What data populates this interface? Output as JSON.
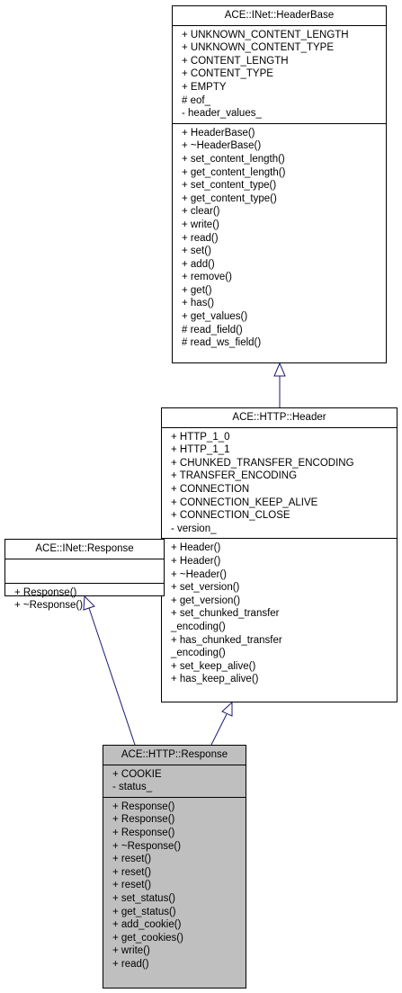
{
  "classes": {
    "header_base": {
      "name": "ACE::INet::HeaderBase",
      "attributes": [
        "+ UNKNOWN_CONTENT_LENGTH",
        "+ UNKNOWN_CONTENT_TYPE",
        "+ CONTENT_LENGTH",
        "+ CONTENT_TYPE",
        "+ EMPTY",
        "# eof_",
        "- header_values_"
      ],
      "methods": [
        "+ HeaderBase()",
        "+ ~HeaderBase()",
        "+ set_content_length()",
        "+ get_content_length()",
        "+ set_content_type()",
        "+ get_content_type()",
        "+ clear()",
        "+ write()",
        "+ read()",
        "+ set()",
        "+ add()",
        "+ remove()",
        "+ get()",
        "+ has()",
        "+ get_values()",
        "# read_field()",
        "# read_ws_field()"
      ]
    },
    "http_header": {
      "name": "ACE::HTTP::Header",
      "attributes": [
        "+ HTTP_1_0",
        "+ HTTP_1_1",
        "+ CHUNKED_TRANSFER_ENCODING",
        "+ TRANSFER_ENCODING",
        "+ CONNECTION",
        "+ CONNECTION_KEEP_ALIVE",
        "+ CONNECTION_CLOSE",
        "- version_"
      ],
      "methods": [
        "+ Header()",
        "+ Header()",
        "+ ~Header()",
        "+ set_version()",
        "+ get_version()",
        "+ set_chunked_transfer",
        "_encoding()",
        "+ has_chunked_transfer",
        "_encoding()",
        "+ set_keep_alive()",
        "+ has_keep_alive()"
      ]
    },
    "inet_response": {
      "name": "ACE::INet::Response",
      "attributes": [],
      "methods": [
        "+ Response()",
        "+ ~Response()"
      ]
    },
    "http_response": {
      "name": "ACE::HTTP::Response",
      "attributes": [
        "+ COOKIE",
        "- status_"
      ],
      "methods": [
        "+ Response()",
        "+ Response()",
        "+ Response()",
        "+ ~Response()",
        "+ reset()",
        "+ reset()",
        "+ reset()",
        "+ set_status()",
        "+ get_status()",
        "+ add_cookie()",
        "+ get_cookies()",
        "+ write()",
        "+ read()"
      ]
    }
  },
  "colors": {
    "edge": "#191970",
    "highlight_fill": "#bfbfbf",
    "border": "#000000"
  }
}
